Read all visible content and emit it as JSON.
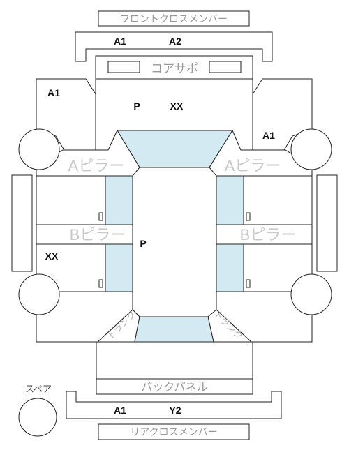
{
  "labels": {
    "front_cross_member": "フロントクロスメンバー",
    "core_support": "コアサポ",
    "a_pillar_left": "Aピラー",
    "a_pillar_right": "Aピラー",
    "b_pillar_left": "Bピラー",
    "b_pillar_right": "Bピラー",
    "back_panel": "バックパネル",
    "rear_cross_member": "リアクロスメンバー",
    "spare": "スペア",
    "trunk_left": "トランク",
    "trunk_right": "トランク"
  },
  "codes": {
    "front_member_left": "A1",
    "front_member_right": "A2",
    "left_fender": "A1",
    "right_fender": "A1",
    "hood_left": "P",
    "hood_right": "XX",
    "roof": "P",
    "left_rear_door": "XX",
    "rear_member_left": "A1",
    "rear_member_right": "Y2"
  }
}
